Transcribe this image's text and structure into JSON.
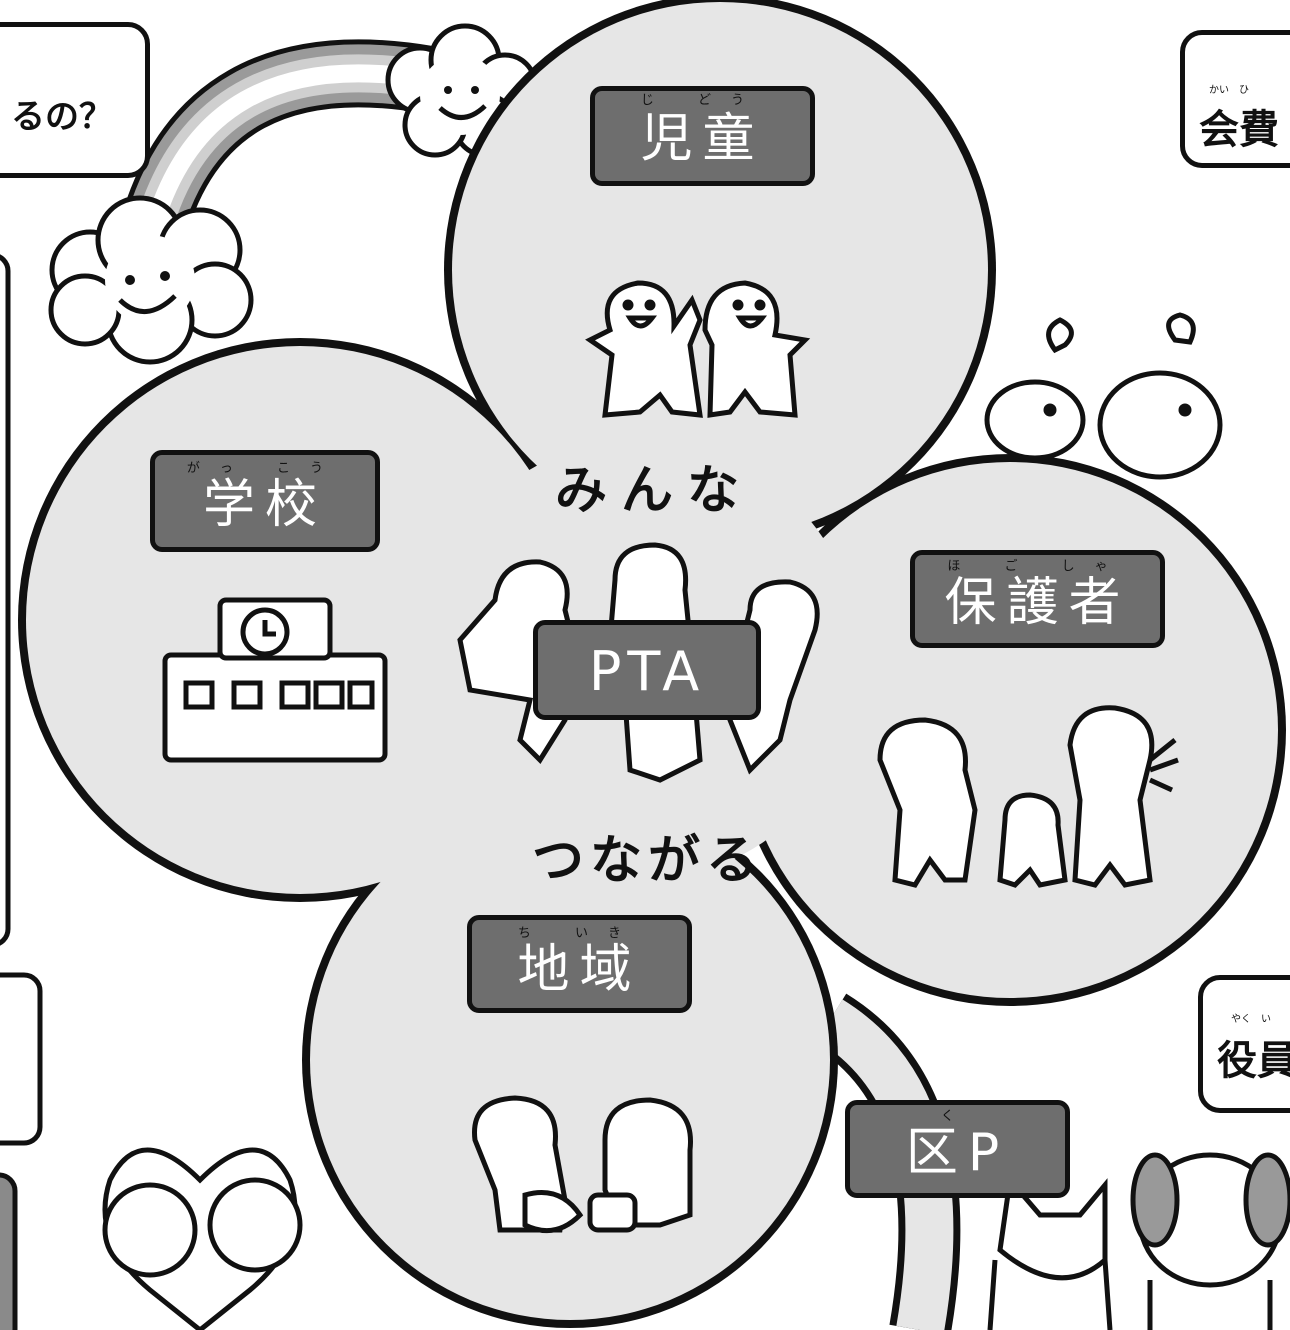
{
  "corner_boxes": {
    "top_left_text": "るの？",
    "top_right_ruby": "かい　ひ",
    "top_right_text": "会費",
    "bottom_right_ruby": "やく　い",
    "bottom_right_text": "役員"
  },
  "petals": {
    "top": {
      "ruby": "じ どう",
      "label": "児童"
    },
    "left": {
      "ruby": "がっ こう",
      "label": "学校"
    },
    "right": {
      "ruby": "ほ ご しゃ",
      "label": "保護者"
    },
    "bottom": {
      "ruby": "ち いき",
      "label": "地域"
    }
  },
  "center": {
    "top_text": "みんな",
    "label": "PTA",
    "bottom_text": "つながる"
  },
  "ward": {
    "ruby": "く",
    "label": "区P"
  }
}
